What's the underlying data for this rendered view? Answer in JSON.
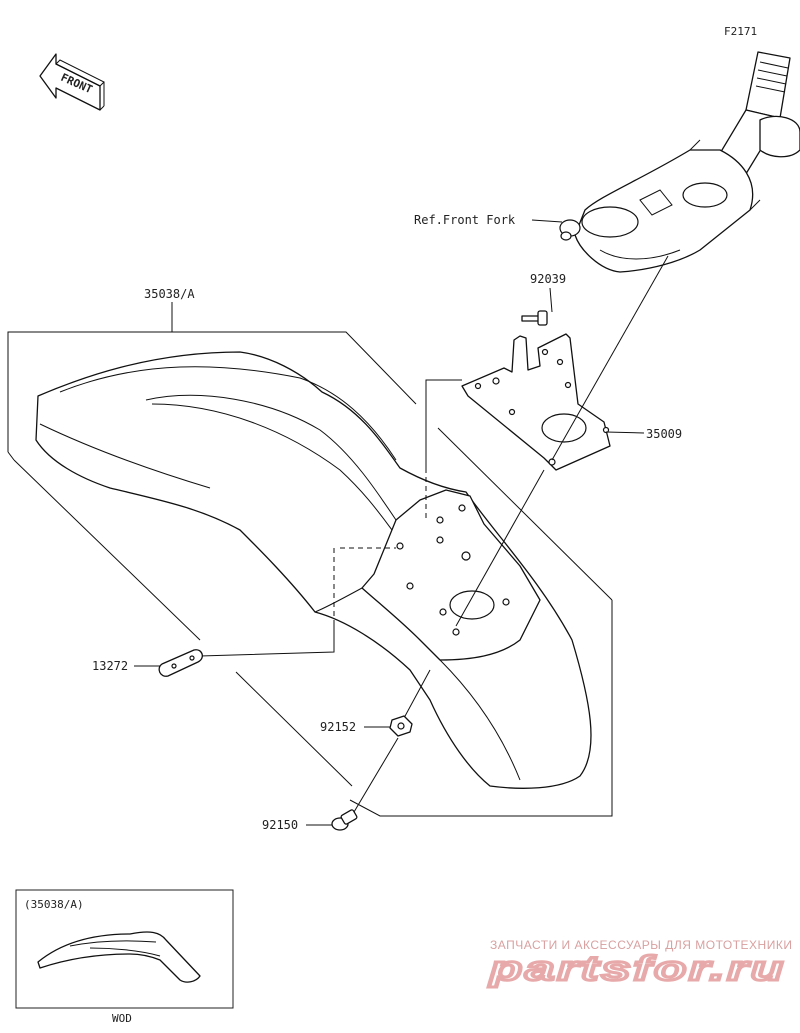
{
  "figure_code": "F2171",
  "front_arrow": {
    "label": "FRONT"
  },
  "parts": [
    {
      "number": "35038/A"
    },
    {
      "number": "35009"
    },
    {
      "number": "92039"
    },
    {
      "number": "13272"
    },
    {
      "number": "92152"
    },
    {
      "number": "92150"
    }
  ],
  "reference": {
    "label": "Ref.Front Fork"
  },
  "inset": {
    "title": "(35038/A)",
    "caption": "WOD"
  },
  "watermark": {
    "tagline": "ЗАПЧАСТИ И АКСЕССУАРЫ ДЛЯ МОТОТЕХНИКИ",
    "logo": "partsfor.ru"
  }
}
